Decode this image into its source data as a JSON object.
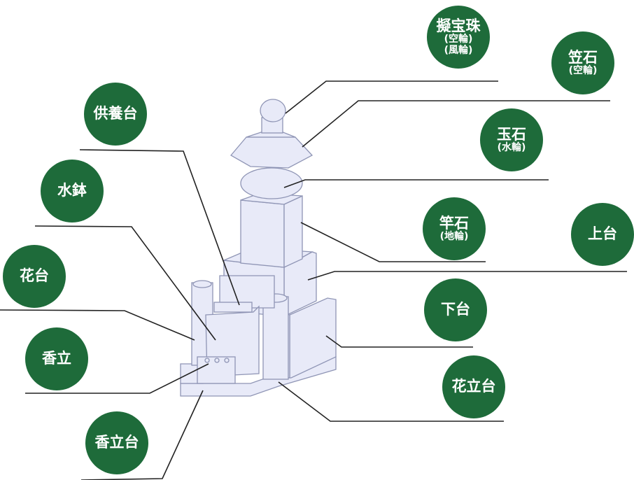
{
  "labels": {
    "gyoho": {
      "main": "擬宝珠",
      "sub1": "(空輪)",
      "sub2": "(風輪)"
    },
    "kasa": {
      "main": "笠石",
      "sub": "(空輪)"
    },
    "tama": {
      "main": "玉石",
      "sub": "(水輪)"
    },
    "sao": {
      "main": "竿石",
      "sub": "(地輪)"
    },
    "joudai": {
      "main": "上台"
    },
    "gedai": {
      "main": "下台"
    },
    "hanatate_dai": {
      "main": "花立台"
    },
    "kuyou_dai": {
      "main": "供養台"
    },
    "mizubachi": {
      "main": "水鉢"
    },
    "hanadai": {
      "main": "花台"
    },
    "koutate": {
      "main": "香立"
    },
    "koutate_dai": {
      "main": "香立台"
    }
  },
  "colors": {
    "badge": "#1e6b3a",
    "stone": "#e8eaf8",
    "stone_edge": "#9aa0bf",
    "line": "#222222"
  }
}
